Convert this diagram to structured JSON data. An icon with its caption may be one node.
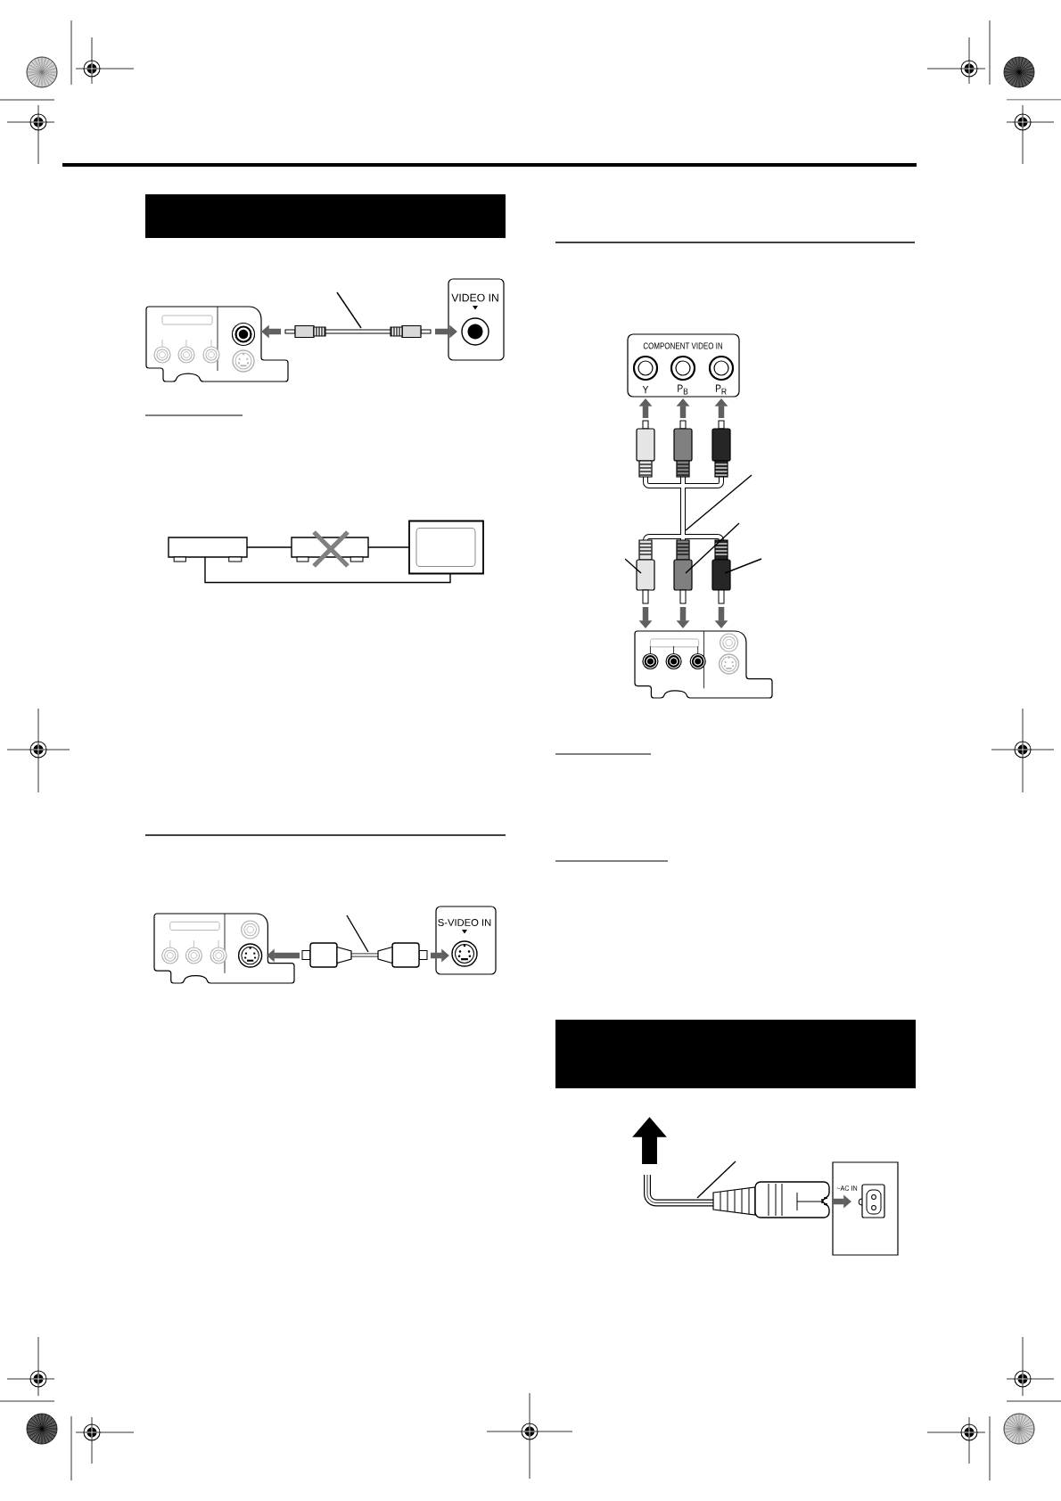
{
  "diagram": {
    "nodes": [
      {
        "text": [],
        "shape": "bar"
      },
      {
        "text": [],
        "shape": "picture"
      },
      {
        "text": [],
        "shape": "picture"
      },
      {
        "text": [
          "VIDEO IN"
        ]
      },
      {
        "text": [],
        "shape": "box"
      },
      {
        "text": [],
        "shape": "box"
      },
      {
        "text": [],
        "shape": "picture"
      },
      {
        "text": [],
        "shape": "picture"
      },
      {
        "text": [],
        "shape": "picture"
      },
      {
        "text": [
          "S-VIDEO IN"
        ]
      },
      {
        "text": [
          "COMPONENT VIDEO IN",
          "Y",
          "P$_{B}$",
          "P$_{R}$"
        ]
      },
      {
        "text": [],
        "shape": "picture"
      },
      {
        "text": [],
        "shape": "picture"
      },
      {
        "text": [],
        "shape": "bar"
      },
      {
        "text": [],
        "shape": "picture"
      },
      {
        "text": [
          "~AC IN"
        ]
      }
    ],
    "edges": [
      {
        "from": 2,
        "to": 1,
        "arrow": "to"
      },
      {
        "from": 2,
        "to": 3,
        "arrow": "to"
      },
      {
        "from": null,
        "to": 2,
        "arrow": "none",
        "color": "#000000"
      },
      {
        "from": 4,
        "to": 5,
        "arrow": "none",
        "color": "#000000"
      },
      {
        "from": 5,
        "to": 6,
        "arrow": "none",
        "color": "#000000"
      },
      {
        "from": 4,
        "to": 6,
        "arrow": "none",
        "color": "#000000"
      },
      {
        "from": 8,
        "to": 7,
        "arrow": "to"
      },
      {
        "from": 8,
        "to": 9,
        "arrow": "to"
      },
      {
        "from": null,
        "to": 8,
        "arrow": "none",
        "color": "#000000"
      },
      {
        "from": 11,
        "to": 10,
        "arrow": "to"
      },
      {
        "from": 11,
        "to": 10,
        "arrow": "to"
      },
      {
        "from": 11,
        "to": 10,
        "arrow": "to"
      },
      {
        "from": null,
        "to": 11,
        "arrow": "none",
        "color": "#000000"
      },
      {
        "from": null,
        "to": 11,
        "arrow": "none",
        "color": "#000000"
      },
      {
        "from": null,
        "to": 11,
        "arrow": "none",
        "color": "#000000"
      },
      {
        "from": null,
        "to": 11,
        "arrow": "none",
        "color": "#000000"
      },
      {
        "from": 11,
        "to": 12,
        "arrow": "to"
      },
      {
        "from": 11,
        "to": 12,
        "arrow": "to"
      },
      {
        "from": 11,
        "to": 12,
        "arrow": "to"
      },
      {
        "from": null,
        "to": 14,
        "arrow": "none",
        "color": "#000000"
      },
      {
        "from": 14,
        "to": 15,
        "arrow": "to"
      },
      {
        "from": 14,
        "to": null,
        "arrow": "to",
        "style": "thick",
        "color": "#000000"
      }
    ]
  }
}
